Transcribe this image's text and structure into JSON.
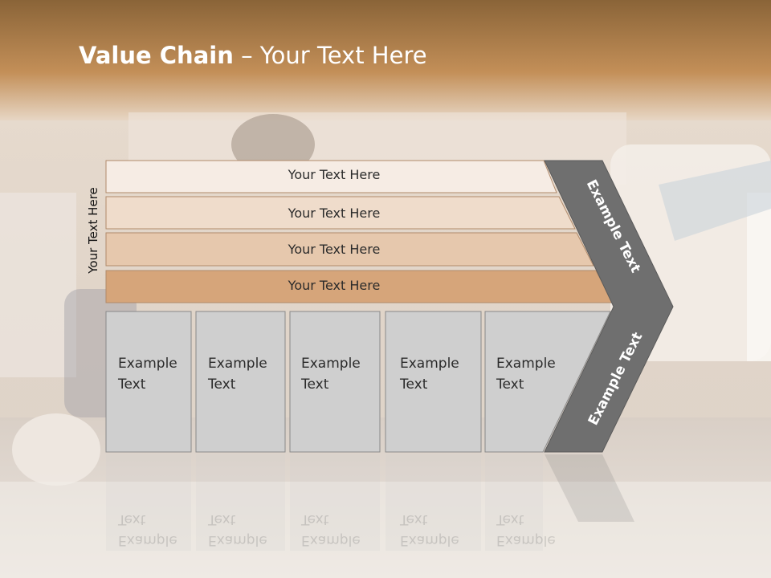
{
  "title": {
    "bold": "Value Chain",
    "rest": " – Your Text Here"
  },
  "side_label": "Your Text Here",
  "rows": [
    {
      "label": "Your Text Here",
      "color": "#f6ece4"
    },
    {
      "label": "Your Text Here",
      "color": "#efdccb"
    },
    {
      "label": "Your Text Here",
      "color": "#e6c8ad"
    },
    {
      "label": "Your Text Here",
      "color": "#d6a57a"
    }
  ],
  "columns": [
    {
      "text": "Example\nText"
    },
    {
      "text": "Example\nText"
    },
    {
      "text": "Example\nText"
    },
    {
      "text": "Example\nText"
    },
    {
      "text": "Example\nText"
    }
  ],
  "chevron": {
    "top_label": "Example Text",
    "bottom_label": "Example Text",
    "color": "#6f6f6f"
  },
  "colors": {
    "header": "#c08a52",
    "column_fill": "#cfcfcf"
  }
}
